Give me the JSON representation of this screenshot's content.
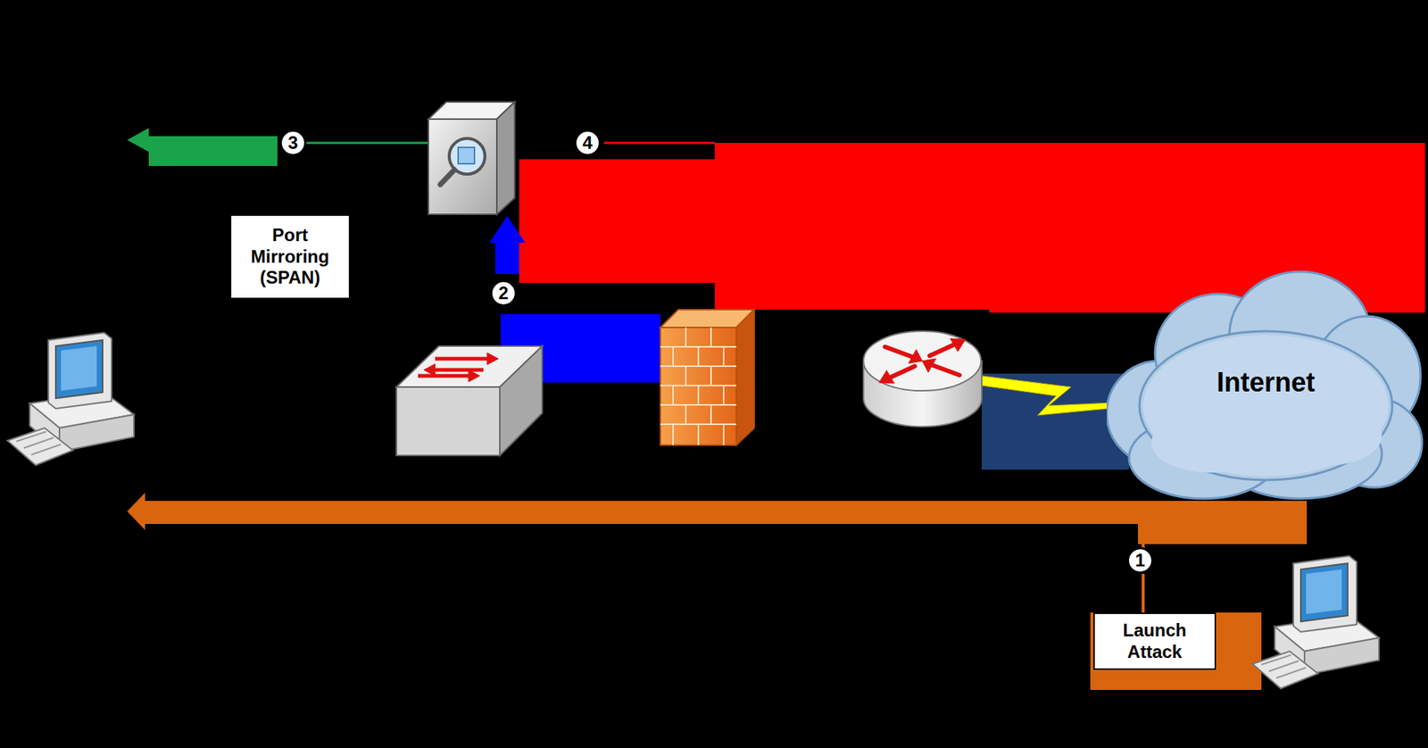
{
  "diagram": {
    "nodes": [
      {
        "text": [
          "Port Mirroring (SPAN)"
        ]
      },
      {
        "text": [
          "Internet"
        ]
      },
      {
        "text": [
          "Launch Attack"
        ]
      }
    ],
    "labels": [
      "3",
      "4",
      "2",
      "1"
    ]
  }
}
